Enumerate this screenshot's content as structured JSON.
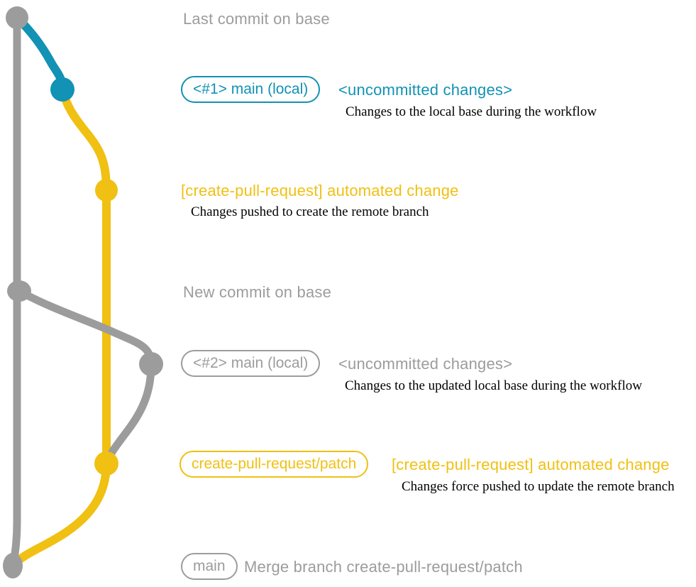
{
  "colors": {
    "gray": "#9c9c9c",
    "blue": "#1292b4",
    "yellow": "#f0c013",
    "ink": "#000000",
    "bg": "#ffffff"
  },
  "graph": {
    "kind": "git-commit-graph",
    "branches": [
      {
        "name": "base",
        "color": "gray"
      },
      {
        "name": "main (local)",
        "color": "blue"
      },
      {
        "name": "create-pull-request/patch",
        "color": "yellow"
      }
    ],
    "commits": [
      {
        "label": "Last commit on base",
        "color": "gray"
      },
      {
        "label": "<#1> main (local)",
        "color": "blue"
      },
      {
        "label": "[create-pull-request] automated change",
        "color": "yellow"
      },
      {
        "label": "New commit on base",
        "color": "gray"
      },
      {
        "label": "<#2> main (local)",
        "color": "gray"
      },
      {
        "label": "[create-pull-request] automated change (force push)",
        "color": "yellow"
      },
      {
        "label": "Merge branch create-pull-request/patch",
        "color": "gray"
      }
    ]
  },
  "annotations": {
    "last_commit": "Last commit on base",
    "row1": {
      "badge": "<#1> main (local)",
      "title": "<uncommitted changes>",
      "desc": "Changes to the local base during the workflow"
    },
    "row2": {
      "title": "[create-pull-request] automated change",
      "desc": "Changes pushed to create the remote branch"
    },
    "new_commit": "New commit on base",
    "row3": {
      "badge": "<#2> main (local)",
      "title": "<uncommitted changes>",
      "desc": "Changes to the updated local base during the workflow"
    },
    "row4": {
      "badge": "create-pull-request/patch",
      "title": "[create-pull-request] automated change",
      "desc": "Changes force pushed to update the remote branch"
    },
    "merge": {
      "badge": "main",
      "title": "Merge branch create-pull-request/patch"
    }
  }
}
